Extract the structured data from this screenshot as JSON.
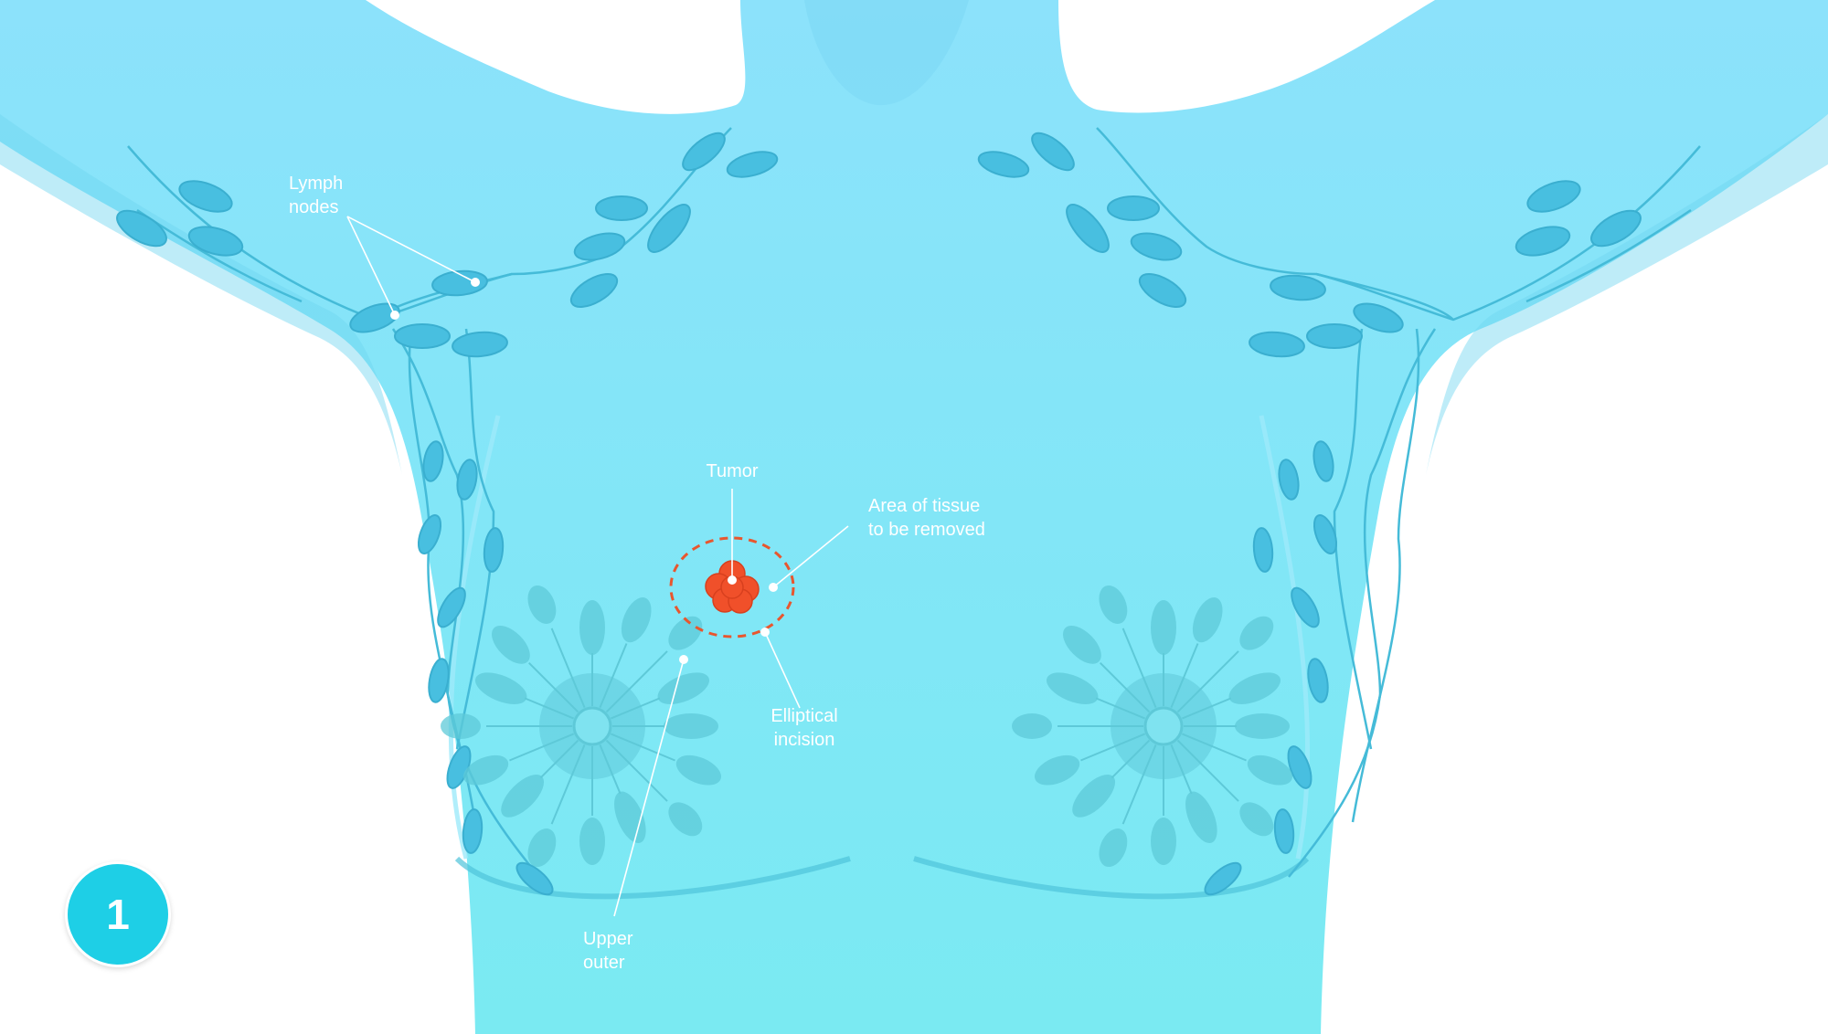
{
  "labels": {
    "lymph_nodes": [
      "Lymph",
      "nodes"
    ],
    "tumor": "Tumor",
    "area_of_tissue": [
      "Area of tissue",
      "to be removed"
    ],
    "elliptical_incision": [
      "Elliptical",
      "incision"
    ],
    "upper_outer": [
      "Upper",
      "outer"
    ]
  },
  "step_number": "1",
  "colors": {
    "body_top": "#8ce3fb",
    "body_bottom": "#7aeaf2",
    "lymph_node": "#48bfe0",
    "gland": "#5ec9d8",
    "tumor": "#f0502a",
    "incision": "#e8562e",
    "badge": "#1ecfe6"
  }
}
